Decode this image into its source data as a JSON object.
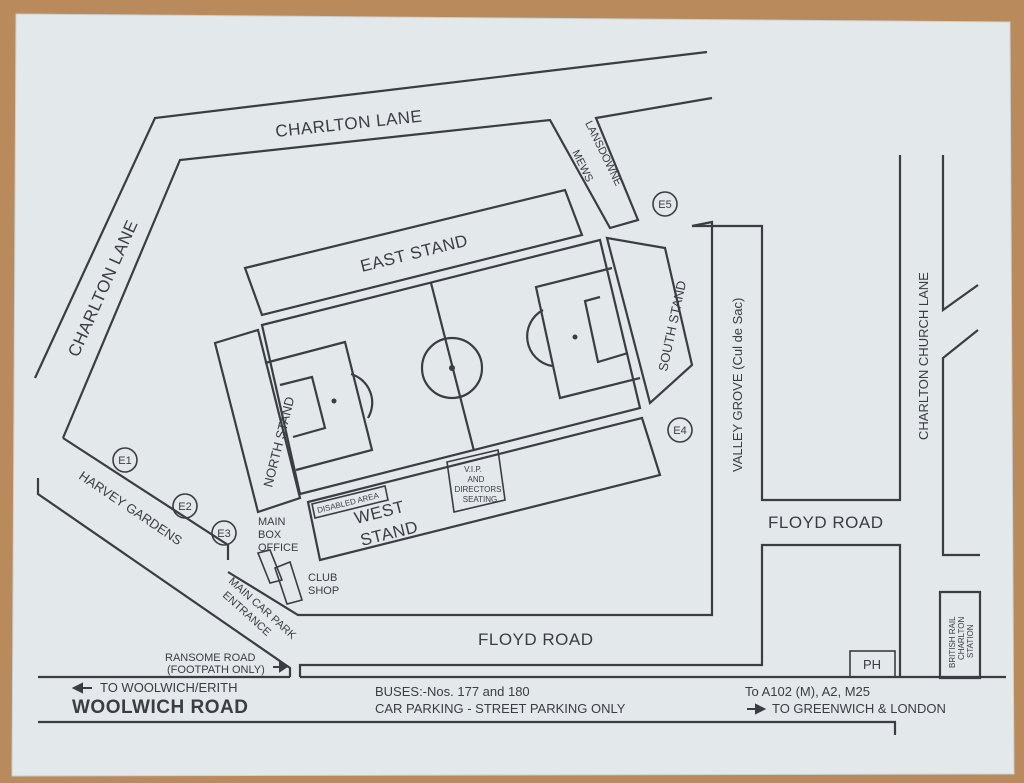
{
  "map": {
    "roads": {
      "charlton_lane_top": "CHARLTON LANE",
      "charlton_lane_side": "CHARLTON LANE",
      "lansdowne_mews_1": "LANSDOWNE",
      "lansdowne_mews_2": "MEWS",
      "valley_grove": "VALLEY GROVE (Cul de Sac)",
      "charlton_church_lane": "CHARLTON CHURCH LANE",
      "floyd_road_east": "FLOYD ROAD",
      "floyd_road_south": "FLOYD ROAD",
      "harvey_gardens": "HARVEY GARDENS",
      "woolwich_road": "WOOLWICH ROAD"
    },
    "stands": {
      "east": "EAST STAND",
      "south": "SOUTH STAND",
      "north": "NORTH STAND",
      "west_1": "WEST",
      "west_2": "STAND",
      "disabled": "DISABLED AREA",
      "vip_1": "V.I.P.",
      "vip_2": "AND",
      "vip_3": "DIRECTORS",
      "vip_4": "SEATING"
    },
    "entrances": [
      "E1",
      "E2",
      "E3",
      "E4",
      "E5"
    ],
    "facilities": {
      "main_box_office_1": "MAIN",
      "main_box_office_2": "BOX",
      "main_box_office_3": "OFFICE",
      "club_shop_1": "CLUB",
      "club_shop_2": "SHOP",
      "car_park_1": "MAIN CAR PARK",
      "car_park_2": "ENTRANCE",
      "ph": "PH",
      "station_1": "BRITISH RAIL",
      "station_2": "CHARLTON",
      "station_3": "STATION"
    },
    "notes": {
      "ransome_1": "RANSOME ROAD",
      "ransome_2": "(FOOTPATH ONLY)",
      "to_woolwich": "TO WOOLWICH/ERITH",
      "buses": "BUSES:-Nos. 177 and 180",
      "parking": "CAR PARKING - STREET PARKING ONLY",
      "to_a102": "To A102 (M), A2, M25",
      "to_greenwich": "TO GREENWICH & LONDON"
    },
    "colors": {
      "paper": "#e3e8ea",
      "ink": "#3a3d42",
      "table": "#b98a5c"
    }
  }
}
